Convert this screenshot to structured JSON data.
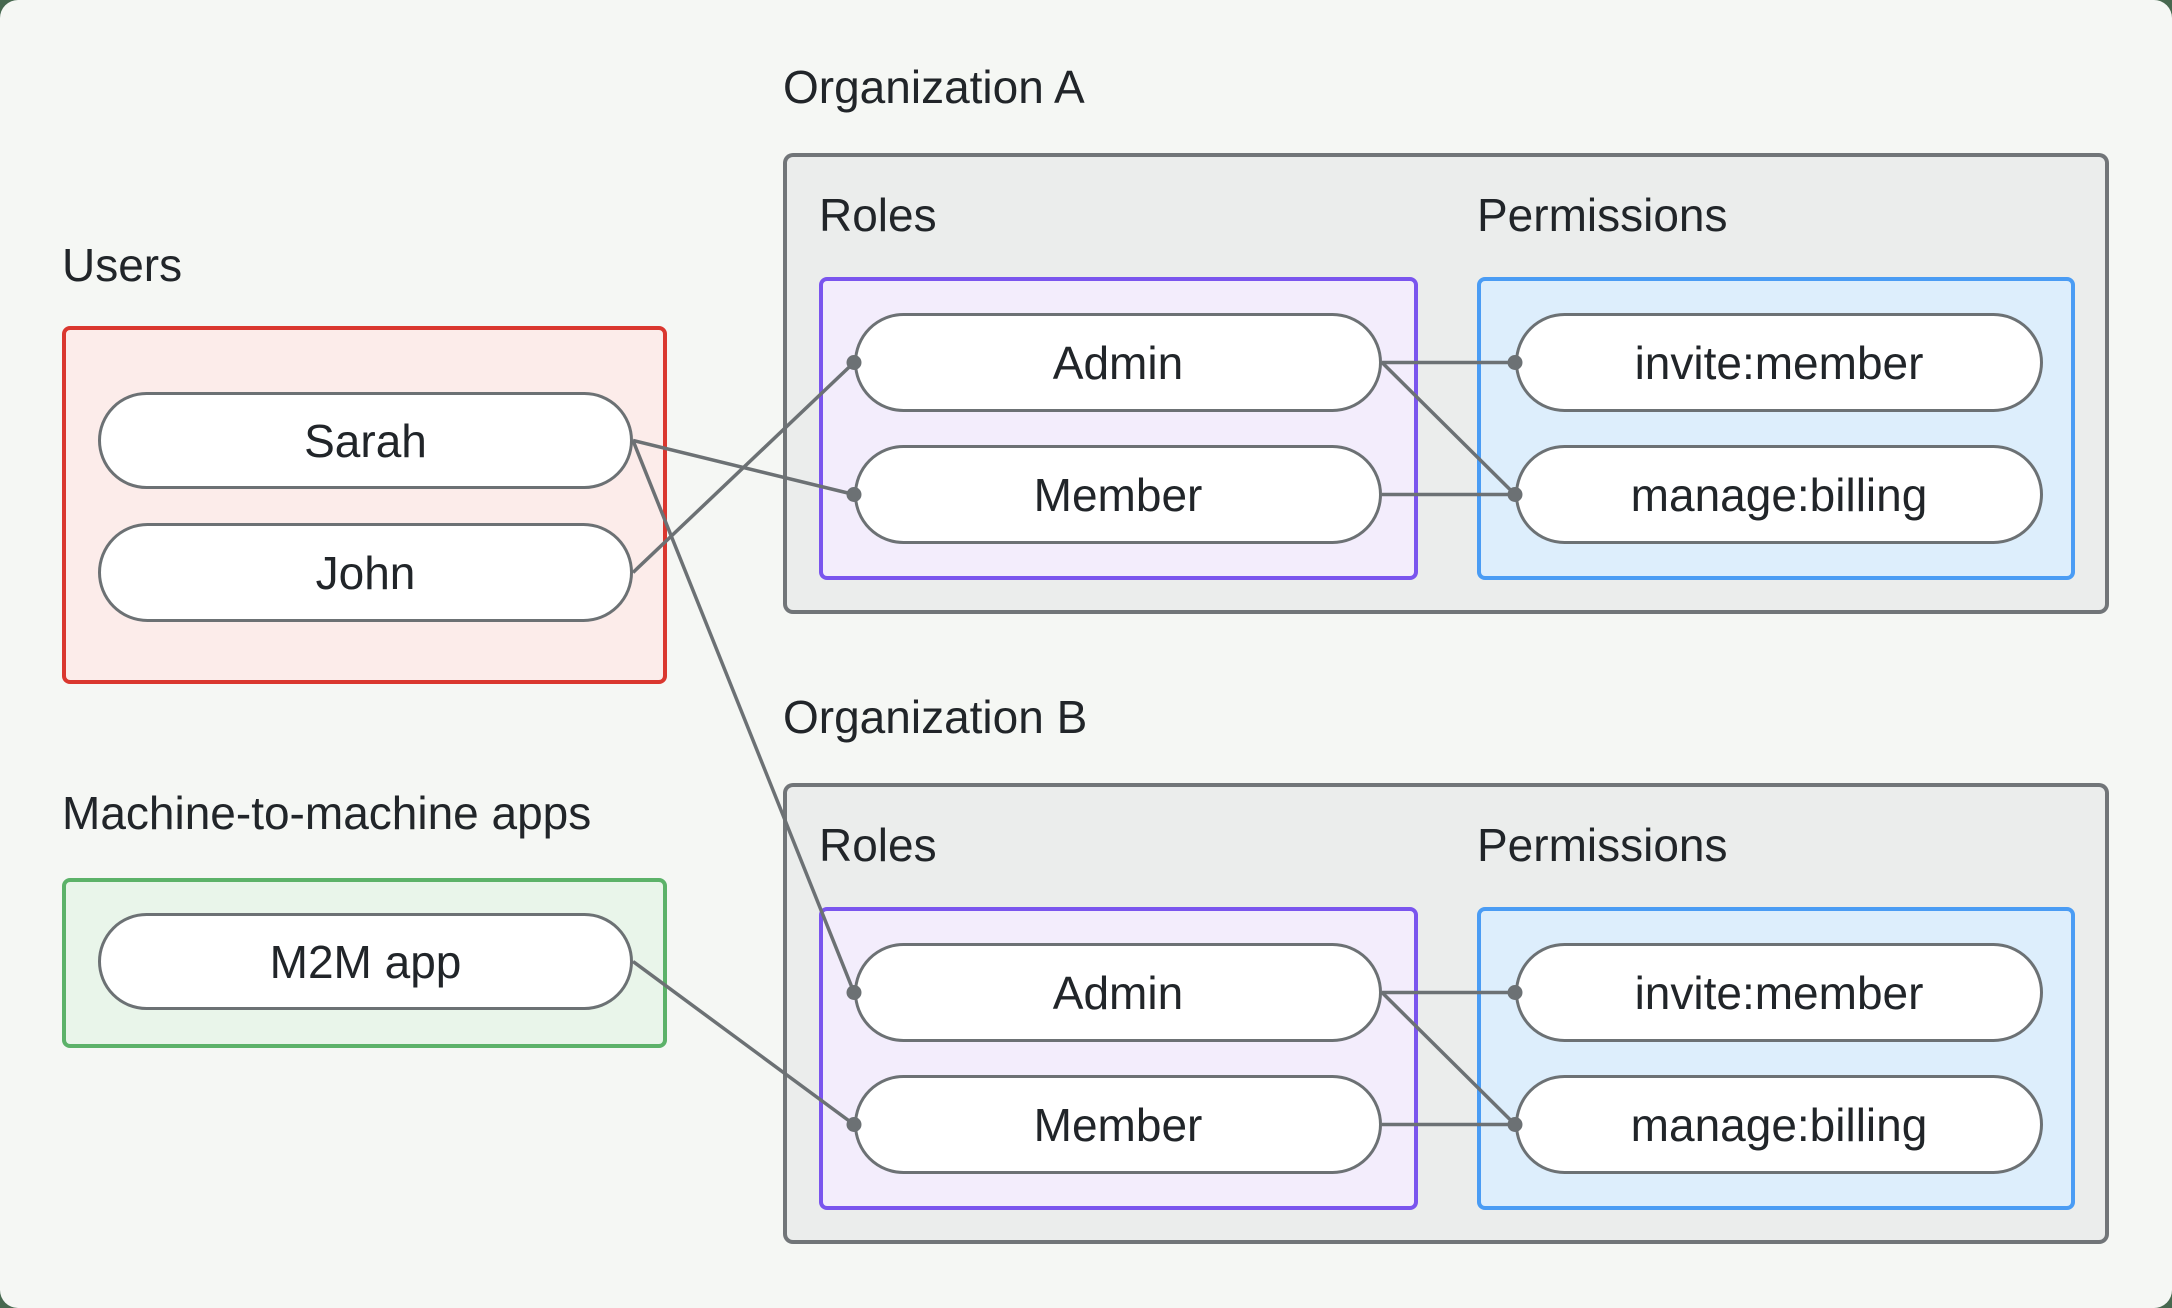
{
  "colors": {
    "page_background": "#f5f7f4",
    "outer_background": "#47684f",
    "org_box_fill": "#ebedec",
    "org_box_border": "#717578",
    "roles_fill": "#f3edfc",
    "roles_border": "#7a55ee",
    "permissions_fill": "#ddeefc",
    "permissions_border": "#4a9cf4",
    "users_fill": "#fcecea",
    "users_border": "#da372f",
    "m2m_fill": "#e9f5ea",
    "m2m_border": "#5cb269",
    "node_fill": "#ffffff",
    "node_border": "#6c7174",
    "connector": "#6c7174",
    "text": "#212529"
  },
  "groups": {
    "users": {
      "label": "Users",
      "nodes": [
        "Sarah",
        "John"
      ]
    },
    "m2m": {
      "label": "Machine-to-machine apps",
      "nodes": [
        "M2M app"
      ]
    }
  },
  "organizations": [
    {
      "title": "Organization A",
      "roles_label": "Roles",
      "permissions_label": "Permissions",
      "roles": [
        "Admin",
        "Member"
      ],
      "permissions": [
        "invite:member",
        "manage:billing"
      ]
    },
    {
      "title": "Organization B",
      "roles_label": "Roles",
      "permissions_label": "Permissions",
      "roles": [
        "Admin",
        "Member"
      ],
      "permissions": [
        "invite:member",
        "manage:billing"
      ]
    }
  ],
  "connections": [
    {
      "from": "Sarah",
      "to": "Organization A / Member"
    },
    {
      "from": "Sarah",
      "to": "Organization B / Admin"
    },
    {
      "from": "John",
      "to": "Organization A / Admin"
    },
    {
      "from": "M2M app",
      "to": "Organization B / Member"
    },
    {
      "from": "Organization A / Admin",
      "to": "Organization A / invite:member"
    },
    {
      "from": "Organization A / Admin",
      "to": "Organization A / manage:billing"
    },
    {
      "from": "Organization A / Member",
      "to": "Organization A / manage:billing"
    },
    {
      "from": "Organization B / Admin",
      "to": "Organization B / invite:member"
    },
    {
      "from": "Organization B / Admin",
      "to": "Organization B / manage:billing"
    },
    {
      "from": "Organization B / Member",
      "to": "Organization B / manage:billing"
    }
  ]
}
